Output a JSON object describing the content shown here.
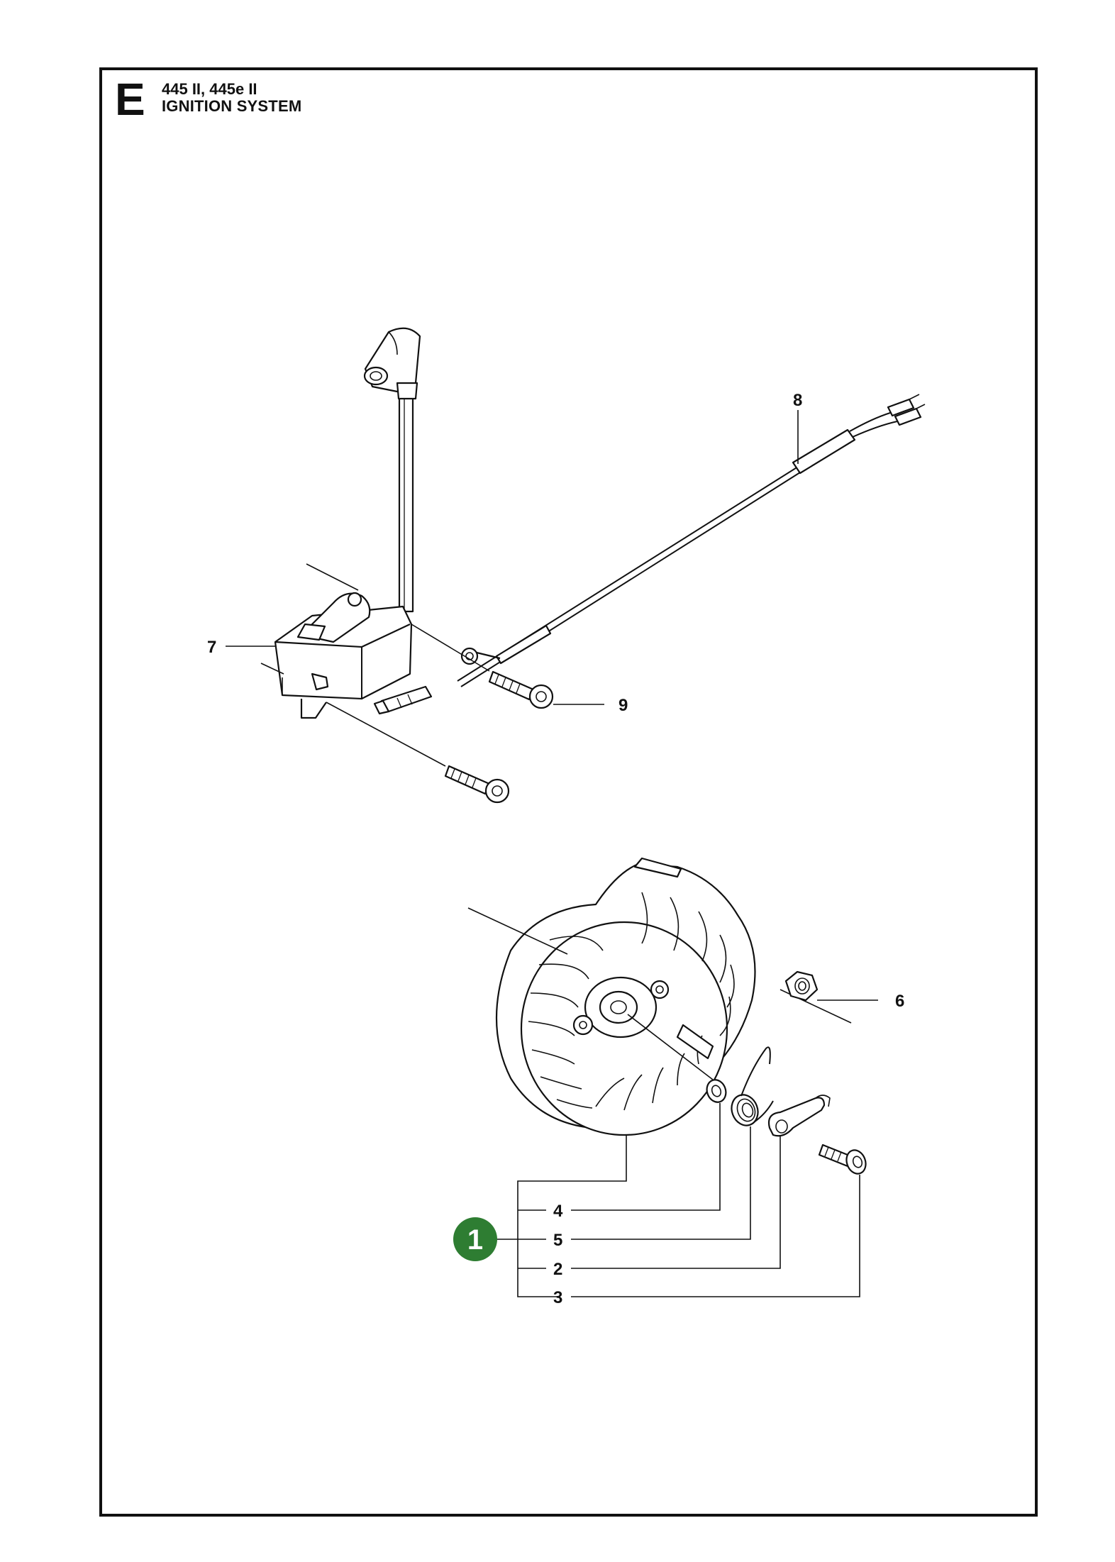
{
  "header": {
    "section_letter": "E",
    "models": "445 II, 445e II",
    "title": "IGNITION SYSTEM"
  },
  "callouts": {
    "c7": "7",
    "c8": "8",
    "c9": "9",
    "c6": "6",
    "c4": "4",
    "c5": "5",
    "c2": "2",
    "c3": "3"
  },
  "badge": {
    "label": "1",
    "color": "#2e7d32"
  }
}
